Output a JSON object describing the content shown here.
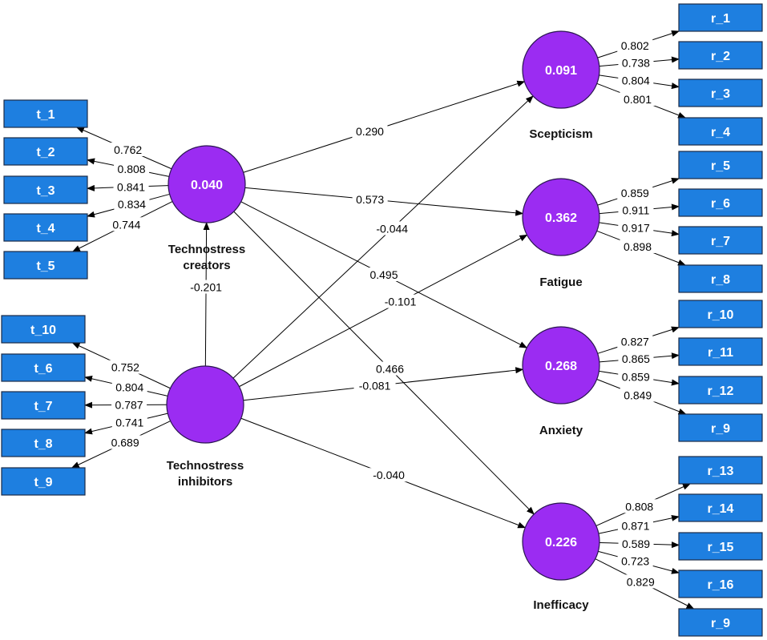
{
  "constructs": [
    {
      "id": "tc",
      "value": "0.040",
      "label_lines": [
        "Technostress",
        "creators"
      ]
    },
    {
      "id": "ti",
      "value": "",
      "label_lines": [
        "Technostress",
        "inhibitors"
      ]
    },
    {
      "id": "sc",
      "value": "0.091",
      "label_lines": [
        "Scepticism"
      ]
    },
    {
      "id": "fa",
      "value": "0.362",
      "label_lines": [
        "Fatigue"
      ]
    },
    {
      "id": "an",
      "value": "0.268",
      "label_lines": [
        "Anxiety"
      ]
    },
    {
      "id": "in",
      "value": "0.226",
      "label_lines": [
        "Inefficacy"
      ]
    }
  ],
  "indicators": [
    {
      "id": "t_1",
      "label": "t_1",
      "construct": "tc",
      "loading": "0.762"
    },
    {
      "id": "t_2",
      "label": "t_2",
      "construct": "tc",
      "loading": "0.808"
    },
    {
      "id": "t_3",
      "label": "t_3",
      "construct": "tc",
      "loading": "0.841"
    },
    {
      "id": "t_4",
      "label": "t_4",
      "construct": "tc",
      "loading": "0.834"
    },
    {
      "id": "t_5",
      "label": "t_5",
      "construct": "tc",
      "loading": "0.744"
    },
    {
      "id": "t_10",
      "label": "t_10",
      "construct": "ti",
      "loading": "0.752"
    },
    {
      "id": "t_6",
      "label": "t_6",
      "construct": "ti",
      "loading": "0.804"
    },
    {
      "id": "t_7",
      "label": "t_7",
      "construct": "ti",
      "loading": "0.787"
    },
    {
      "id": "t_8",
      "label": "t_8",
      "construct": "ti",
      "loading": "0.741"
    },
    {
      "id": "t_9",
      "label": "t_9",
      "construct": "ti",
      "loading": "0.689"
    },
    {
      "id": "r_1",
      "label": "r_1",
      "construct": "sc",
      "loading": "0.802"
    },
    {
      "id": "r_2",
      "label": "r_2",
      "construct": "sc",
      "loading": "0.738"
    },
    {
      "id": "r_3",
      "label": "r_3",
      "construct": "sc",
      "loading": "0.804"
    },
    {
      "id": "r_4",
      "label": "r_4",
      "construct": "sc",
      "loading": "0.801"
    },
    {
      "id": "r_5",
      "label": "r_5",
      "construct": "fa",
      "loading": "0.859"
    },
    {
      "id": "r_6",
      "label": "r_6",
      "construct": "fa",
      "loading": "0.911"
    },
    {
      "id": "r_7",
      "label": "r_7",
      "construct": "fa",
      "loading": "0.917"
    },
    {
      "id": "r_8",
      "label": "r_8",
      "construct": "fa",
      "loading": "0.898"
    },
    {
      "id": "r_10",
      "label": "r_10",
      "construct": "an",
      "loading": "0.827"
    },
    {
      "id": "r_11",
      "label": "r_11",
      "construct": "an",
      "loading": "0.865"
    },
    {
      "id": "r_12",
      "label": "r_12",
      "construct": "an",
      "loading": "0.859"
    },
    {
      "id": "r_9a",
      "label": "r_9",
      "construct": "an",
      "loading": "0.849"
    },
    {
      "id": "r_13",
      "label": "r_13",
      "construct": "in",
      "loading": "0.808"
    },
    {
      "id": "r_14",
      "label": "r_14",
      "construct": "in",
      "loading": "0.871"
    },
    {
      "id": "r_15",
      "label": "r_15",
      "construct": "in",
      "loading": "0.589"
    },
    {
      "id": "r_16",
      "label": "r_16",
      "construct": "in",
      "loading": "0.723"
    },
    {
      "id": "r_9b",
      "label": "r_9",
      "construct": "in",
      "loading": "0.829"
    }
  ],
  "paths": [
    {
      "from": "ti",
      "to": "tc",
      "coef": "-0.201"
    },
    {
      "from": "tc",
      "to": "sc",
      "coef": "0.290"
    },
    {
      "from": "tc",
      "to": "fa",
      "coef": "0.573"
    },
    {
      "from": "tc",
      "to": "an",
      "coef": "0.495"
    },
    {
      "from": "tc",
      "to": "in",
      "coef": "0.466"
    },
    {
      "from": "ti",
      "to": "sc",
      "coef": "-0.044"
    },
    {
      "from": "ti",
      "to": "fa",
      "coef": "-0.101"
    },
    {
      "from": "ti",
      "to": "an",
      "coef": "-0.081"
    },
    {
      "from": "ti",
      "to": "in",
      "coef": "-0.040"
    }
  ]
}
